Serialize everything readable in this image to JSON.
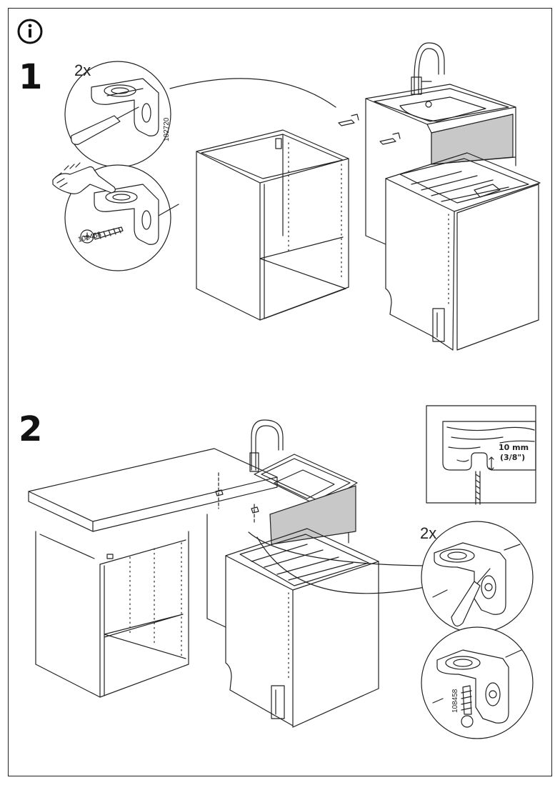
{
  "steps": {
    "step1": {
      "number": "1",
      "quantity": "2x",
      "bracket_code": "102720",
      "screw_code": "108458"
    },
    "step2": {
      "number": "2",
      "quantity": "2x",
      "screw_code": "108458",
      "clearance_mm": "10 mm",
      "clearance_in": "(3/8\")"
    }
  },
  "icons": {
    "info": "info-icon",
    "hand": "hand-press-icon",
    "drill": "drill-bit-icon"
  },
  "colors": {
    "line": "#222222",
    "panel_grey": "#c8c8c8",
    "paper": "#ffffff"
  }
}
